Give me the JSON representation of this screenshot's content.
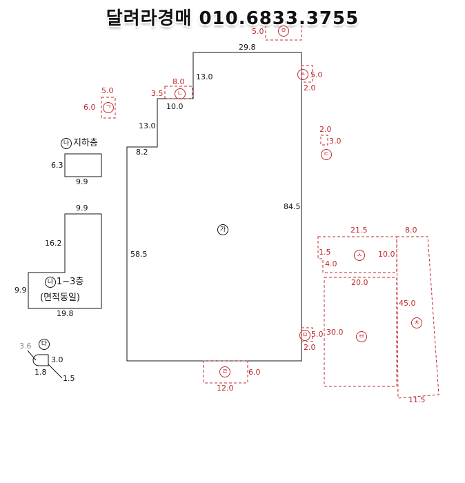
{
  "banner": "달려라경매 010.6833.3755",
  "parcels": {
    "ga": {
      "mark": "가",
      "dims": [
        "29.8",
        "13.0",
        "10.0",
        "13.0",
        "8.2",
        "58.5",
        "84.5"
      ]
    },
    "na_basement": {
      "mark": "나",
      "title": "지하층",
      "dims": [
        "6.3",
        "9.9"
      ]
    },
    "na_floors": {
      "mark": "나",
      "title": "1~3층",
      "note": "(면적동일)",
      "dims": [
        "9.9",
        "16.2",
        "9.9",
        "19.8"
      ]
    },
    "da": {
      "mark": "다",
      "dims": [
        "3.6",
        "3.0",
        "1.8",
        "1.5"
      ]
    }
  },
  "annexes": {
    "gieok": {
      "mark": "ㄱ",
      "dims": [
        "5.0",
        "6.0"
      ]
    },
    "nieun": {
      "mark": "ㄴ",
      "dims": [
        "8.0",
        "3.5"
      ]
    },
    "digeut": {
      "mark": "ㄷ",
      "dims": [
        "2.0",
        "3.0"
      ]
    },
    "rieul": {
      "mark": "ㄹ",
      "dims": [
        "6.0",
        "12.0"
      ]
    },
    "mieum": {
      "mark": "ㅁ",
      "dims": [
        "5.0",
        "2.0"
      ]
    },
    "bieup": {
      "mark": "ㅂ",
      "dims": [
        "20.0",
        "30.0"
      ]
    },
    "siot_small": {
      "mark": "ㅅ",
      "dims": [
        "5.0",
        "2.0"
      ]
    },
    "siot_large": {
      "mark": "ㅅ",
      "dims": [
        "21.5",
        "1.5",
        "10.0",
        "4.0"
      ]
    },
    "ieung": {
      "mark": "ㅇ",
      "dims": [
        "5.0"
      ]
    },
    "chieut": {
      "mark": "ㅊ",
      "dims": [
        "8.0",
        "45.0",
        "11.5"
      ]
    }
  }
}
